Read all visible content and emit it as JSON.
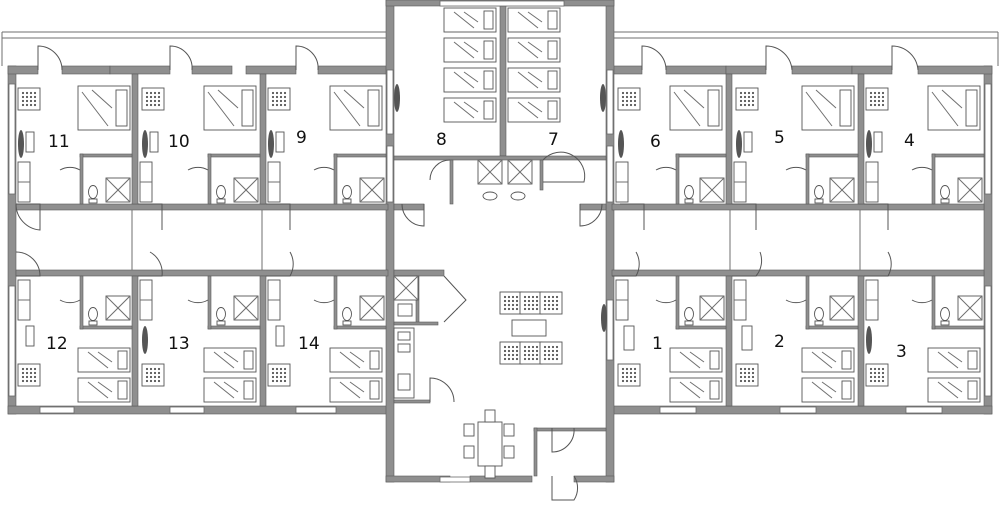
{
  "room_labels": {
    "r1": "1",
    "r2": "2",
    "r3": "3",
    "r4": "4",
    "r5": "5",
    "r6": "6",
    "r7": "7",
    "r8": "8",
    "r9": "9",
    "r10": "10",
    "r11": "11",
    "r12": "12",
    "r13": "13",
    "r14": "14"
  },
  "colors": {
    "wall": "#8f8f8f",
    "line": "#555555",
    "background": "#ffffff"
  }
}
